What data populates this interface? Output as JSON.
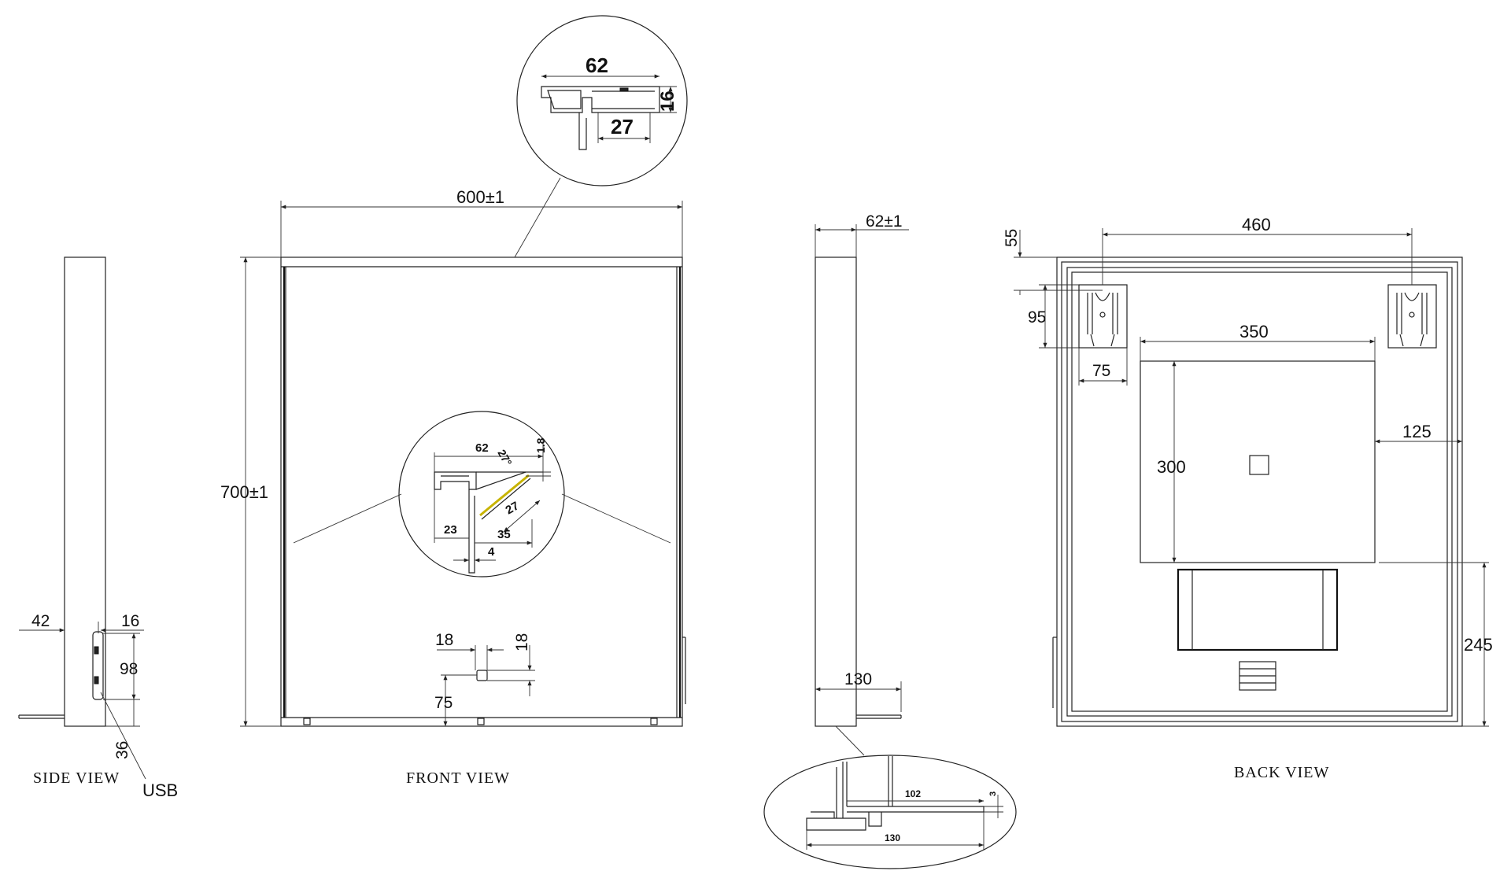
{
  "colors": {
    "line": "#222222",
    "highlight": "#c8b400",
    "background": "#ffffff"
  },
  "views": {
    "side": {
      "label": "SIDE VIEW"
    },
    "front": {
      "label": "FRONT VIEW"
    },
    "back": {
      "label": "BACK VIEW"
    }
  },
  "dimensions": {
    "side_42": "42",
    "side_16": "16",
    "side_98": "98",
    "side_36": "36",
    "usb": "USB",
    "front_width": "600±1",
    "front_height": "700±1",
    "front_18a": "18",
    "front_18b": "18",
    "front_75": "75",
    "depth": "62±1",
    "depth_130": "130",
    "back_460": "460",
    "back_55": "55",
    "back_95": "95",
    "back_75": "75",
    "back_350": "350",
    "back_300": "300",
    "back_125": "125",
    "back_245": "245"
  },
  "details": {
    "top_62": "62",
    "top_16": "16",
    "top_27": "27",
    "mid_62": "62",
    "mid_angle": "27°",
    "mid_1_8": "1.8",
    "mid_27": "27",
    "mid_23": "23",
    "mid_35": "35",
    "mid_4": "4",
    "bottom_102": "102",
    "bottom_3": "3",
    "bottom_130": "130"
  }
}
